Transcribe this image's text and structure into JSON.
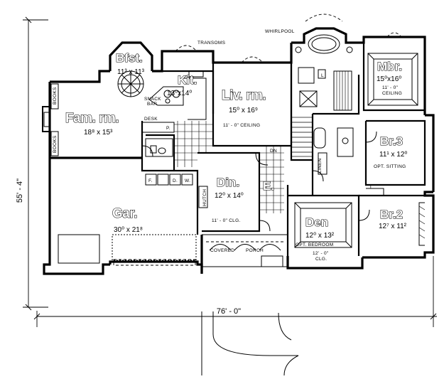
{
  "rooms": {
    "bfst": {
      "name": "Bfst.",
      "size": "11³ x 11³"
    },
    "kit": {
      "name": "Kit.",
      "size": "13⁰x14⁰"
    },
    "fam": {
      "name": "Fam. rm.",
      "size": "18⁸ x 15³"
    },
    "liv": {
      "name": "Liv. rm.",
      "size": "15⁰ x 16⁹",
      "note": "11' - 0\" CEILING"
    },
    "mbr": {
      "name": "Mbr.",
      "size": "15⁰x16⁰",
      "note1": "11' - 0\"",
      "note2": "CEILING"
    },
    "br3": {
      "name": "Br.3",
      "size": "11¹ x 12⁰",
      "note": "OPT. SITTING"
    },
    "br2": {
      "name": "Br.2",
      "size": "12⁷ x 11²"
    },
    "din": {
      "name": "Din.",
      "size": "12⁰ x 14⁰",
      "note": "11' - 0\" CLG."
    },
    "den": {
      "name": "Den",
      "size": "12⁰ x 13²",
      "note": "OPT. BEDROOM",
      "clg1": "12' - 0\"",
      "clg2": "CLG."
    },
    "gar": {
      "name": "Gar.",
      "size": "30⁰ x 21⁸"
    },
    "entry": {
      "name": "E."
    }
  },
  "labels": {
    "transoms": "TRANSOMS",
    "whirlpool": "WHIRLPOOL",
    "snack": "SNACK",
    "bar": "BAR",
    "desk": "DESK",
    "books_top": "BOOKS",
    "books_bottom": "BOOKS",
    "p": "P.",
    "f": "F.",
    "d": "D.",
    "w": "W.",
    "hutch": "HUTCH",
    "dn": "DN",
    "linen": "LINEN",
    "l1": "L",
    "l2": "L",
    "covered": "COVERED",
    "porch": "PORCH"
  },
  "dimensions": {
    "width": "76' - 0\"",
    "depth": "55' - 4\""
  }
}
